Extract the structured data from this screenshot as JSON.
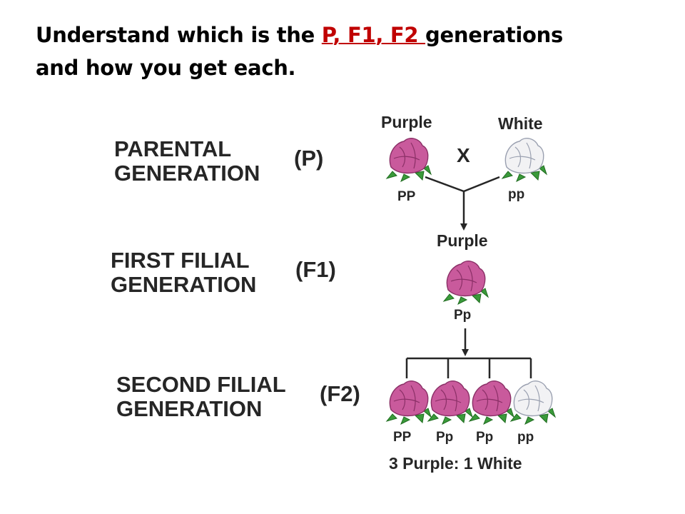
{
  "title": {
    "part1": "Understand which is the  ",
    "highlight": "P, F1, F2 ",
    "part2": "generations",
    "line2": "and how you get each."
  },
  "generations": {
    "parental": {
      "line1": "PARENTAL",
      "line2": "GENERATION",
      "abbr": "(P)"
    },
    "first": {
      "line1": "FIRST FILIAL",
      "line2": "GENERATION",
      "abbr": "(F1)"
    },
    "second": {
      "line1": "SECOND FILIAL",
      "line2": "GENERATION",
      "abbr": "(F2)"
    }
  },
  "cross": {
    "parent1_color": "Purple",
    "parent1_genotype": "PP",
    "symbol": "X",
    "parent2_color": "White",
    "parent2_genotype": "pp",
    "f1_color": "Purple",
    "f1_genotype": "Pp",
    "f2_genotypes": [
      "PP",
      "Pp",
      "Pp",
      "pp"
    ],
    "ratio": "3 Purple: 1 White"
  },
  "colors": {
    "purple_flower": "#c95a9c",
    "white_flower": "#f2f2f4",
    "leaf": "#3a9a3a",
    "highlight_text": "#c00000"
  }
}
